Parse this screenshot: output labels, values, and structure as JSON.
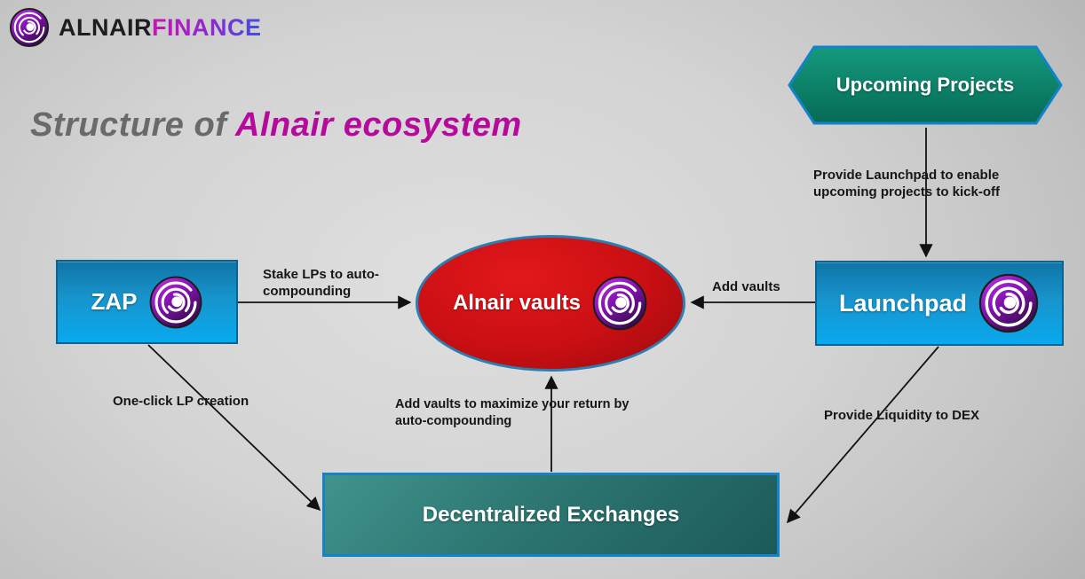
{
  "header": {
    "brand_primary": "ALNAIR",
    "brand_secondary": "FINANCE"
  },
  "title": {
    "prefix": "Structure of ",
    "highlight": "Alnair ecosystem"
  },
  "nodes": {
    "upcoming_projects": {
      "label": "Upcoming Projects",
      "shape": "hexagon",
      "fill": "#0e8a6e",
      "border": "#1283c8"
    },
    "zap": {
      "label": "ZAP",
      "shape": "rect",
      "fill_top": "#0f74a6",
      "fill_bottom": "#09a9ef",
      "border": "#0b638f"
    },
    "alnair_vaults": {
      "label": "Alnair vaults",
      "shape": "ellipse",
      "fill": "#c50d10",
      "border": "#2a7fb0"
    },
    "launchpad": {
      "label": "Launchpad",
      "shape": "rect",
      "fill_top": "#0f74a6",
      "fill_bottom": "#09a9ef",
      "border": "#0b638f"
    },
    "dex": {
      "label": "Decentralized Exchanges",
      "shape": "rect",
      "fill_light": "#41938d",
      "fill_dark": "#1c5a58",
      "border": "#1283c8"
    }
  },
  "edges": [
    {
      "from": "upcoming_projects",
      "to": "launchpad",
      "label": "Provide Launchpad to enable upcoming projects to kick-off"
    },
    {
      "from": "zap",
      "to": "alnair_vaults",
      "label": "Stake LPs to auto-compounding"
    },
    {
      "from": "launchpad",
      "to": "alnair_vaults",
      "label": "Add vaults"
    },
    {
      "from": "zap",
      "to": "dex",
      "label": "One-click LP creation"
    },
    {
      "from": "dex",
      "to": "alnair_vaults",
      "label": "Add vaults to maximize your return by auto-compounding"
    },
    {
      "from": "launchpad",
      "to": "dex",
      "label": "Provide Liquidity to DEX"
    }
  ],
  "colors": {
    "background_gray": "#cfcfcf",
    "title_gray": "#6a6a6a",
    "title_magenta": "#b50a9c",
    "finance_gradient_start": "#c816b2",
    "finance_gradient_end": "#3f51e0",
    "arrow_black": "#111111",
    "label_black": "#161616",
    "spiral_purple_light": "#c13ae0",
    "spiral_purple_dark": "#320a46"
  }
}
